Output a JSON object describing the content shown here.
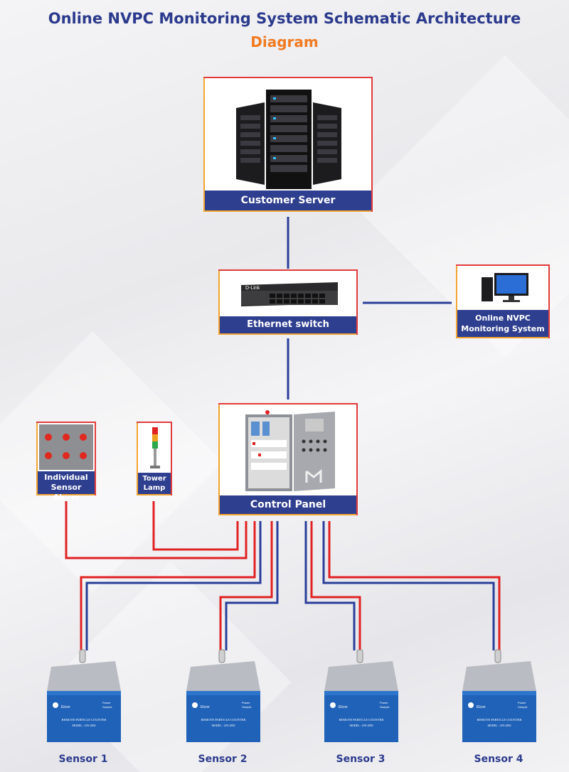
{
  "title_line1": "Online NVPC Monitoring System Schematic Architecture",
  "title_line2": "Diagram",
  "nodes": {
    "server": "Customer Server",
    "switch": "Ethernet switch",
    "monitor_line1": "Online NVPC",
    "monitor_line2": "Monitoring System",
    "panel": "Control Panel",
    "alarm_line1": "Individual",
    "alarm_line2": "Sensor Alarm",
    "lamp_line1": "Tower",
    "lamp_line2": "Lamp"
  },
  "sensors": [
    "Sensor 1",
    "Sensor 2",
    "Sensor 3",
    "Sensor 4"
  ],
  "switch_brand": "D-Link",
  "sensor_plate": {
    "brand": "Elcon",
    "status1": "Power",
    "status2": "Sample",
    "device": "REMOTE PARTICLE COUNTER",
    "model": "MODEL : LPS 2850"
  },
  "colors": {
    "navy": "#2f3f8f",
    "orange": "#f07b22",
    "wire_red": "#e02222",
    "wire_blue": "#2a3e9a",
    "frame_orange": "#f4a431",
    "frame_red": "#e23b3b"
  }
}
